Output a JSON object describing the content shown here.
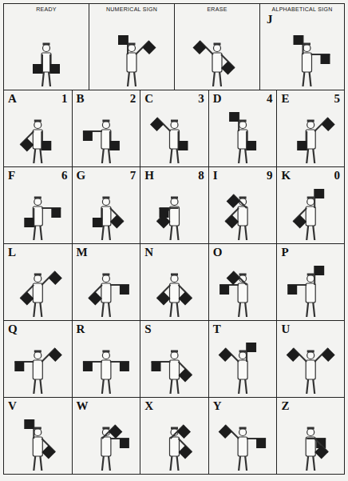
{
  "diagram": {
    "nodes": [
      {
        "text": [
          "READY"
        ]
      },
      {
        "text": [
          "NUMERICAL SIGN"
        ]
      },
      {
        "text": [
          "ERASE"
        ]
      },
      {
        "text": [
          "ALPHABETICAL SIGN",
          "J"
        ]
      },
      {
        "text": [
          "A",
          "1"
        ]
      },
      {
        "text": [
          "B",
          "2"
        ]
      },
      {
        "text": [
          "C",
          "3"
        ]
      },
      {
        "text": [
          "D",
          "4"
        ]
      },
      {
        "text": [
          "E",
          "5"
        ]
      },
      {
        "text": [
          "F",
          "6"
        ]
      },
      {
        "text": [
          "G",
          "7"
        ]
      },
      {
        "text": [
          "H",
          "8"
        ]
      },
      {
        "text": [
          "I",
          "9"
        ]
      },
      {
        "text": [
          "K",
          "0"
        ]
      },
      {
        "text": [
          "L"
        ]
      },
      {
        "text": [
          "M"
        ]
      },
      {
        "text": [
          "N"
        ]
      },
      {
        "text": [
          "O"
        ]
      },
      {
        "text": [
          "P"
        ]
      },
      {
        "text": [
          "Q"
        ]
      },
      {
        "text": [
          "R"
        ]
      },
      {
        "text": [
          "S"
        ]
      },
      {
        "text": [
          "T"
        ]
      },
      {
        "text": [
          "U"
        ]
      },
      {
        "text": [
          "V"
        ]
      },
      {
        "text": [
          "W"
        ]
      },
      {
        "text": [
          "X"
        ]
      },
      {
        "text": [
          "Y"
        ]
      },
      {
        "text": [
          "Z"
        ]
      }
    ]
  }
}
